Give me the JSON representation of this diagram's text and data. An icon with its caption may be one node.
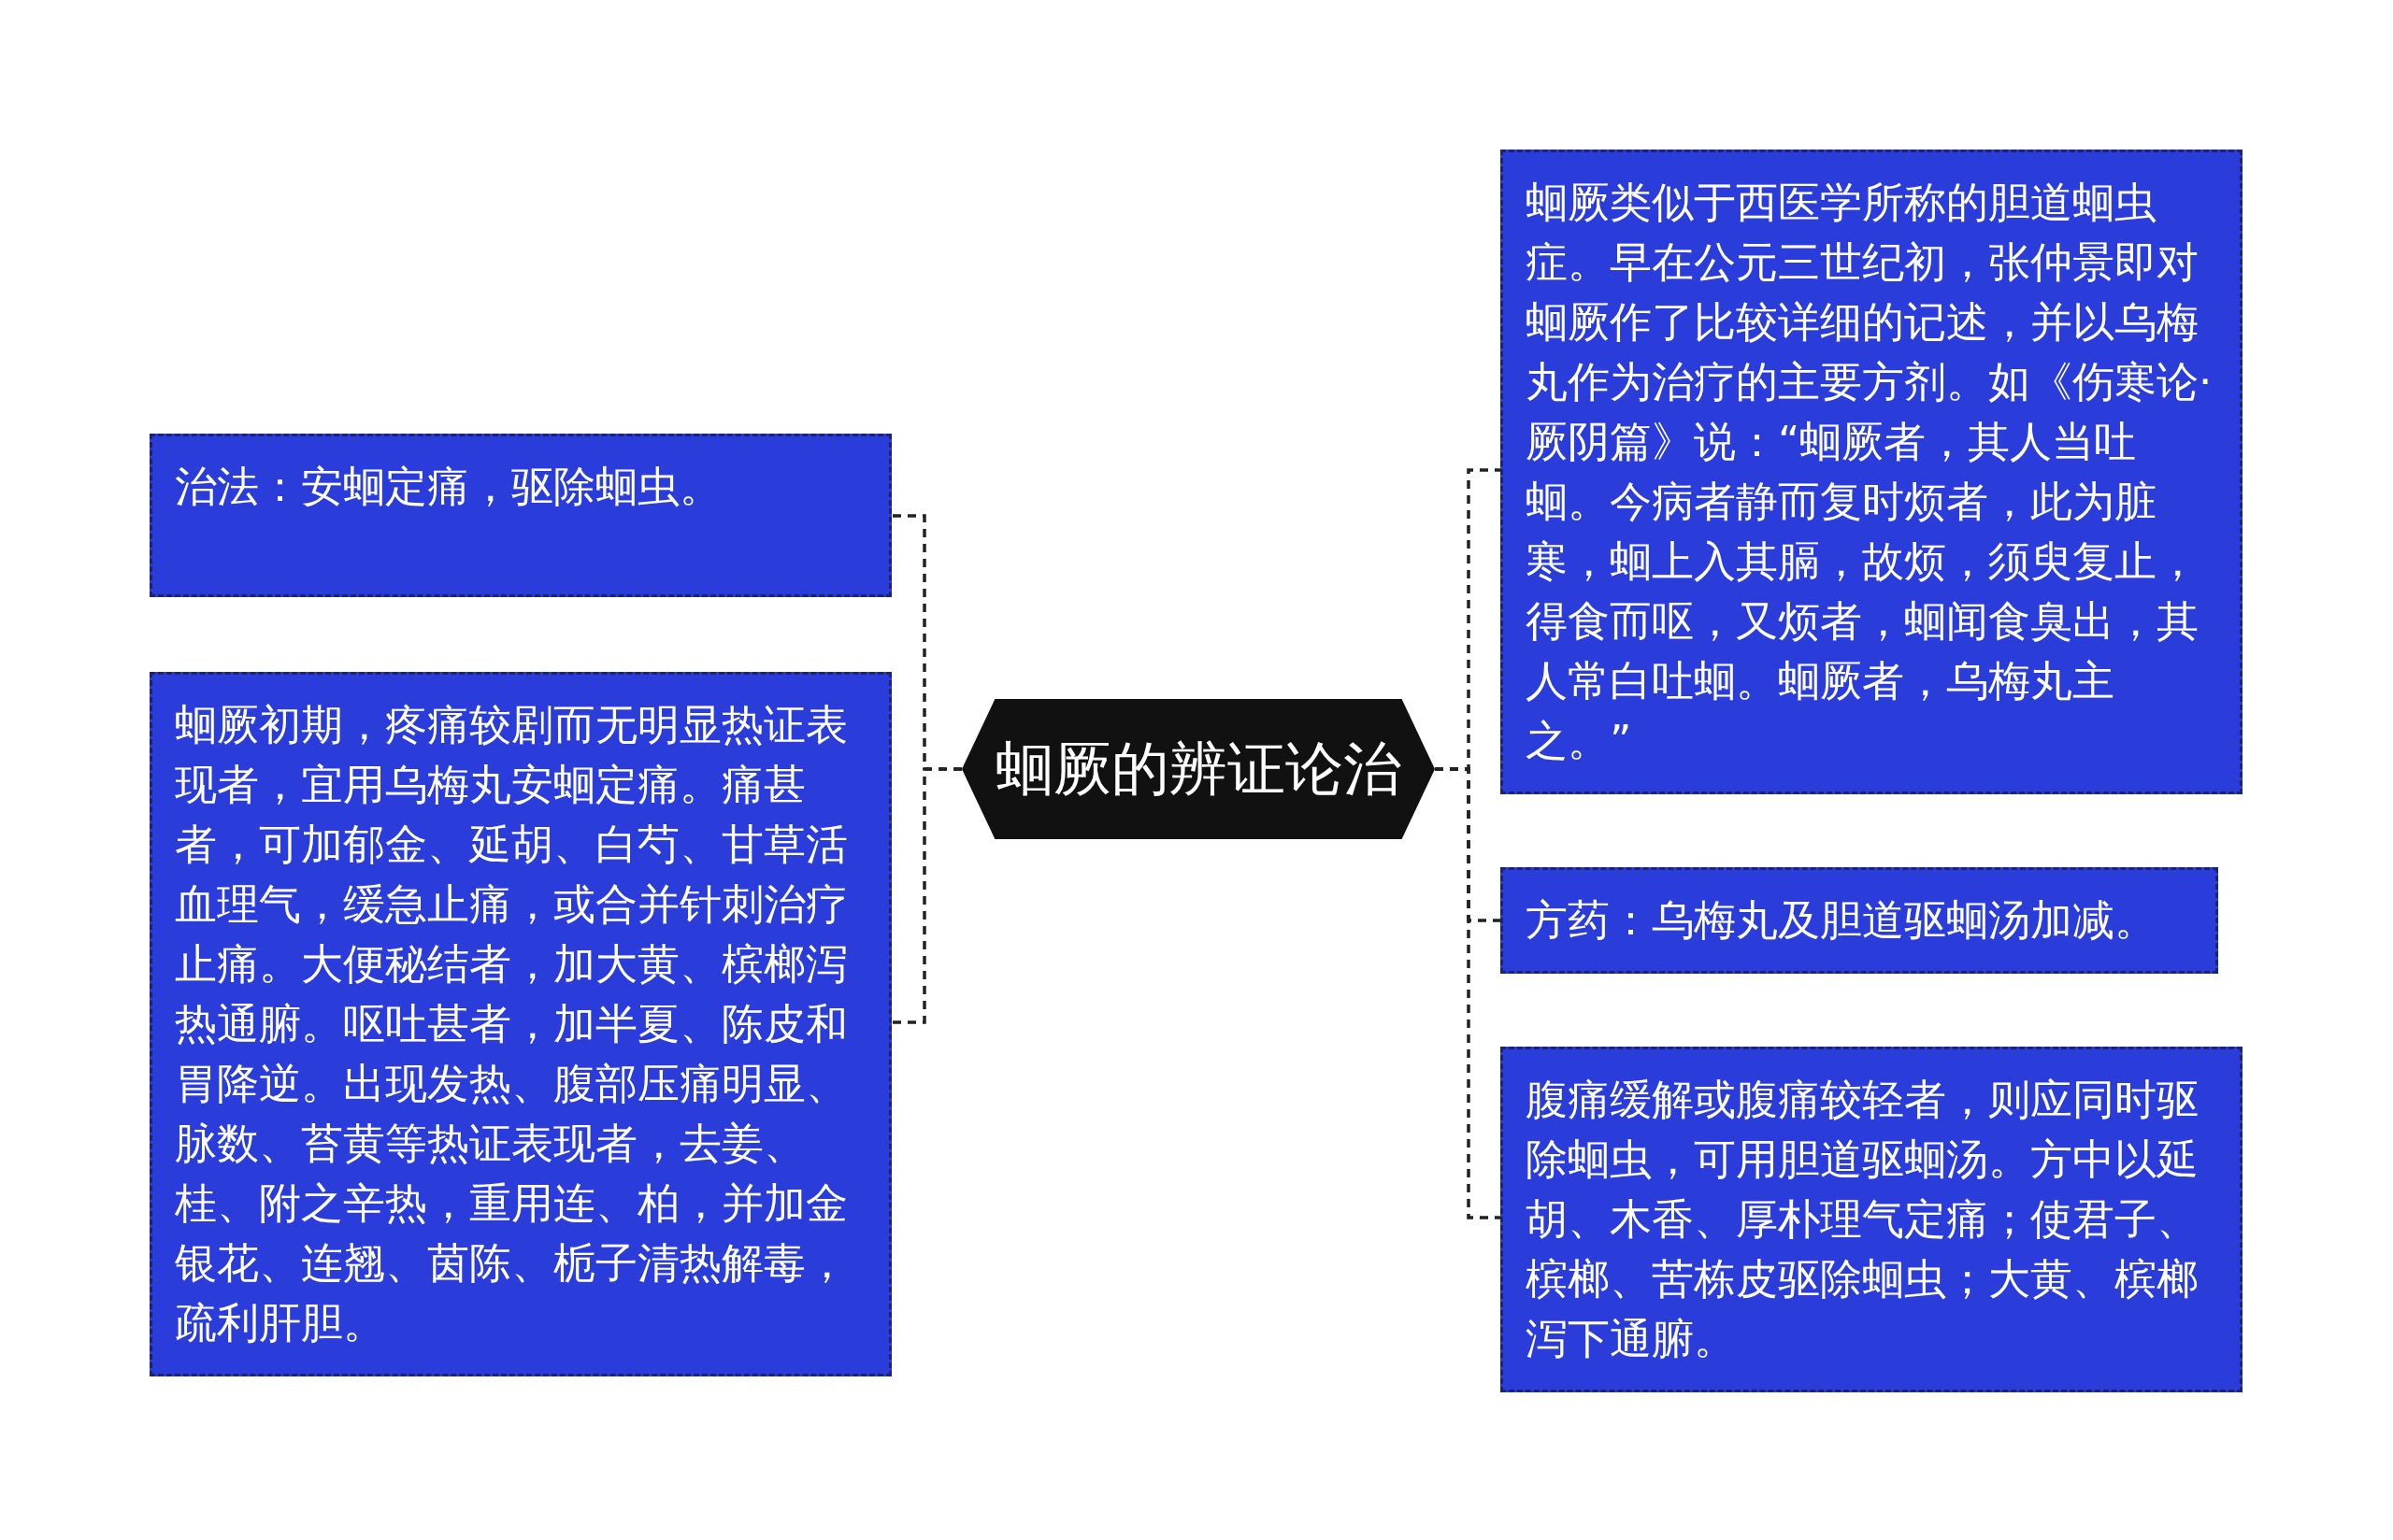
{
  "diagram": {
    "nodes": [
      {
        "text": [
          "蛔厥的辨证论治"
        ]
      },
      {
        "text": [
          "治法：安蛔定痛，驱除蛔虫。"
        ]
      },
      {
        "text": [
          "蛔厥初期，疼痛较剧而无明显热证表现者，宜用乌梅丸安蛔定痛。痛甚者，可加郁金、延胡、白芍、甘草活血理气，缓急止痛，或合并针刺治疗止痛。大便秘结者，加大黄、槟榔泻热通腑。呕吐甚者，加半夏、陈皮和胃降逆。出现发热、腹部压痛明显、脉数、苔黄等热证表现者，去姜、桂、附之辛热，重用连、柏，并加金银花、连翘、茵陈、栀子清热解毒，疏利肝胆。"
        ]
      },
      {
        "text": [
          "蛔厥类似于西医学所称的胆道蛔虫症。早在公元三世纪初，张仲景即对蛔厥作了比较详细的记述，并以乌梅丸作为治疗的主要方剂。如《伤寒论·厥阴篇》说：“蛔厥者，其人当吐蛔。今病者静而复时烦者，此为脏寒，蛔上入其膈，故烦，须臾复止，得食而呕，又烦者，蛔闻食臭出，其人常白吐蛔。蛔厥者，乌梅丸主之。”"
        ]
      },
      {
        "text": [
          "方药：乌梅丸及胆道驱蛔汤加减。"
        ]
      },
      {
        "text": [
          "腹痛缓解或腹痛较轻者，则应同时驱除蛔虫，可用胆道驱蛔汤。方中以延胡、木香、厚朴理气定痛；使君子、槟榔、苦栋皮驱除蛔虫；大黄、槟榔泻下通腑。"
        ]
      }
    ],
    "edges": [
      {
        "from": 0,
        "to": 1,
        "arrow": "none",
        "style": "dashed"
      },
      {
        "from": 0,
        "to": 2,
        "arrow": "none",
        "style": "dashed"
      },
      {
        "from": 0,
        "to": 3,
        "arrow": "none",
        "style": "dashed"
      },
      {
        "from": 0,
        "to": 4,
        "arrow": "none",
        "style": "dashed"
      },
      {
        "from": 0,
        "to": 5,
        "arrow": "none",
        "style": "dashed"
      }
    ]
  }
}
